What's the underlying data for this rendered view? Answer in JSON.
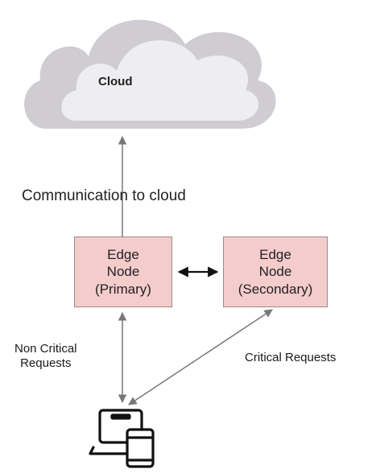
{
  "cloud": {
    "label": "Cloud",
    "fill_colors": [
      "#cfcdd2",
      "#eeedf0",
      "#dcdadf"
    ]
  },
  "communication_label": "Communication to cloud",
  "nodes": {
    "primary": {
      "line1": "Edge",
      "line2": "Node",
      "line3": "(Primary)"
    },
    "secondary": {
      "line1": "Edge",
      "line2": "Node",
      "line3": "(Secondary)"
    },
    "fill_color": "#f4cccc"
  },
  "labels": {
    "non_critical_line1": "Non Critical",
    "non_critical_line2": "Requests",
    "critical": "Critical Requests"
  },
  "arrow_color": "#777777",
  "device_icon": "laptop-and-phone-icon"
}
